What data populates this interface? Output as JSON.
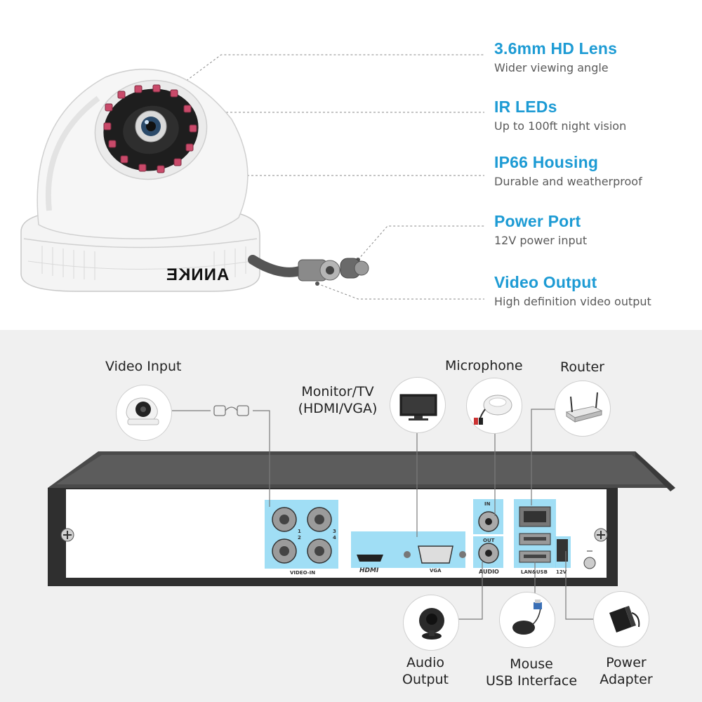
{
  "features": [
    {
      "title": "3.6mm HD Lens",
      "subtitle": "Wider viewing angle"
    },
    {
      "title": "IR LEDs",
      "subtitle": "Up to 100ft night vision"
    },
    {
      "title": "IP66 Housing",
      "subtitle": "Durable and weatherproof"
    },
    {
      "title": "Power Port",
      "subtitle": "12V power input"
    },
    {
      "title": "Video Output",
      "subtitle": "High definition video output"
    }
  ],
  "camera": {
    "brand": "ANNKE",
    "brand_logo_mirrored": true
  },
  "connections": {
    "video_input": "Video Input",
    "monitor": [
      "Monitor/TV",
      "(HDMI/VGA)"
    ],
    "microphone": "Microphone",
    "router": "Router",
    "audio_output": [
      "Audio",
      "Output"
    ],
    "mouse": [
      "Mouse",
      "USB Interface"
    ],
    "power_adapter": [
      "Power",
      "Adapter"
    ]
  },
  "dvr_ports": {
    "video_in": "VIDEO-IN",
    "hdmi": "HDMI",
    "vga": "VGA",
    "audio_in": "IN",
    "audio_out": "OUT",
    "audio": "AUDIO",
    "lan_usb": "LAN&USB",
    "power": "12V",
    "channels": [
      "1",
      "2",
      "3",
      "4"
    ]
  },
  "colors": {
    "accent": "#1d9bd4",
    "highlight": "#8fd8f3",
    "panel_bg": "#f0f0f0"
  },
  "icons": [
    "dome-camera-icon",
    "cable-connector-icon",
    "monitor-icon",
    "microphone-icon",
    "router-icon",
    "speaker-icon",
    "mouse-icon",
    "usb-icon",
    "power-adapter-icon",
    "ground-icon"
  ]
}
